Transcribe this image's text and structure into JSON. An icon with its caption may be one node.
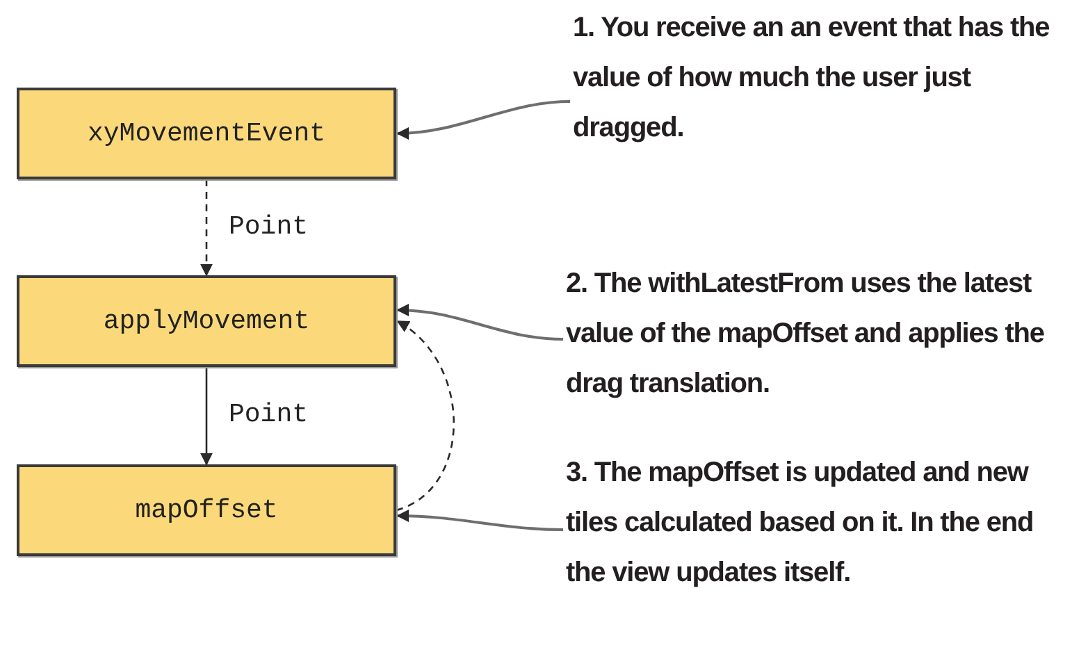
{
  "diagram": {
    "nodes": [
      {
        "text": [
          "xyMovementEvent"
        ]
      },
      {
        "text": [
          "applyMovement"
        ]
      },
      {
        "text": [
          "mapOffset"
        ]
      },
      {
        "text": [
          "1. You receive an an event that has the value of how much the user just dragged."
        ]
      },
      {
        "text": [
          "2. The withLatestFrom uses the latest value of the mapOffset and applies the drag translation."
        ]
      },
      {
        "text": [
          "3. The mapOffset is updated and new tiles calculated based on it. In the end the view updates itself."
        ]
      }
    ],
    "edges": [
      {
        "from": 0,
        "to": 1,
        "arrow": "to",
        "label": "Point",
        "style": "dashed"
      },
      {
        "from": 1,
        "to": 2,
        "arrow": "to",
        "label": "Point"
      },
      {
        "from": 2,
        "to": 1,
        "arrow": "to",
        "style": "dashed"
      },
      {
        "from": 3,
        "to": 0,
        "arrow": "to",
        "color": "#6d6e70"
      },
      {
        "from": 4,
        "to": 1,
        "arrow": "to",
        "color": "#6d6e70"
      },
      {
        "from": 5,
        "to": 2,
        "arrow": "to",
        "color": "#6d6e70"
      }
    ]
  }
}
